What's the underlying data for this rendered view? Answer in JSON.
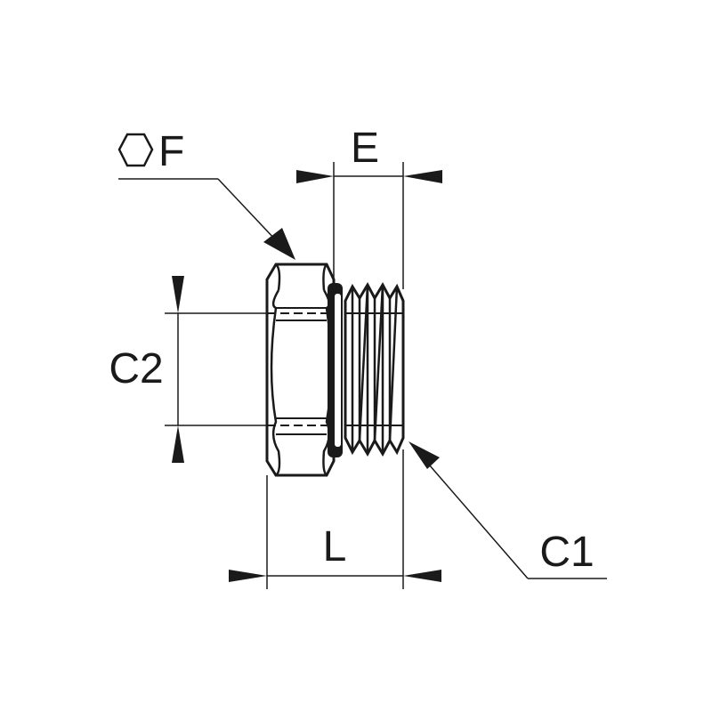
{
  "drawing": {
    "labels": {
      "hex": "F",
      "e": "E",
      "c2": "C2",
      "l": "L",
      "c1": "C1"
    },
    "hex_symbol_icon": "hexagon-icon",
    "line_color": "#1a1a1a",
    "background": "#ffffff"
  }
}
